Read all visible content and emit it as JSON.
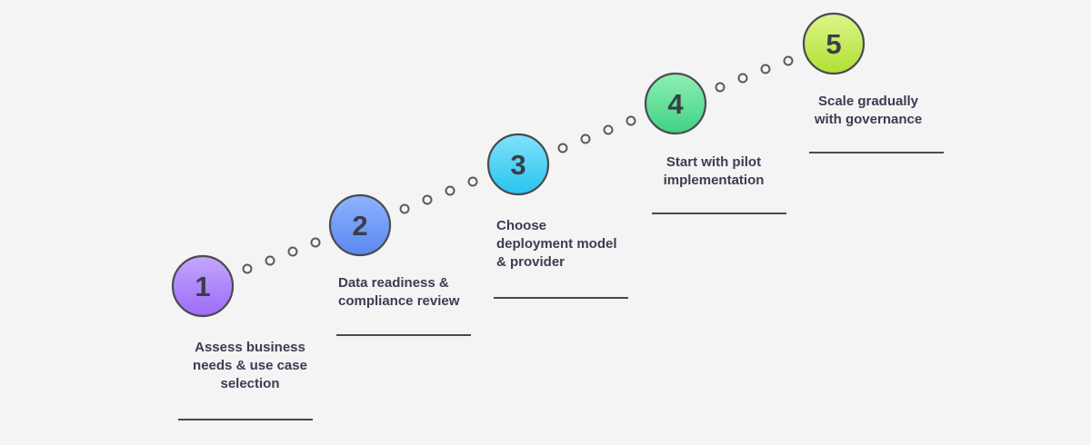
{
  "steps": [
    {
      "number": "1",
      "label_lines": [
        "Assess business",
        "needs & use case",
        "selection"
      ],
      "color_top": "#c4a6ff",
      "color_bottom": "#9b6cf6"
    },
    {
      "number": "2",
      "label_lines": [
        "Data readiness &",
        "compliance review"
      ],
      "color_top": "#8fb3ff",
      "color_bottom": "#5a88f0"
    },
    {
      "number": "3",
      "label_lines": [
        "Choose",
        "deployment model",
        "& provider"
      ],
      "color_top": "#7fe2fb",
      "color_bottom": "#29c4ee"
    },
    {
      "number": "4",
      "label_lines": [
        "Start with pilot",
        "implementation"
      ],
      "color_top": "#8ef0b4",
      "color_bottom": "#40d184"
    },
    {
      "number": "5",
      "label_lines": [
        "Scale gradually",
        "with governance"
      ],
      "color_top": "#dcf58a",
      "color_bottom": "#b0e033"
    }
  ]
}
